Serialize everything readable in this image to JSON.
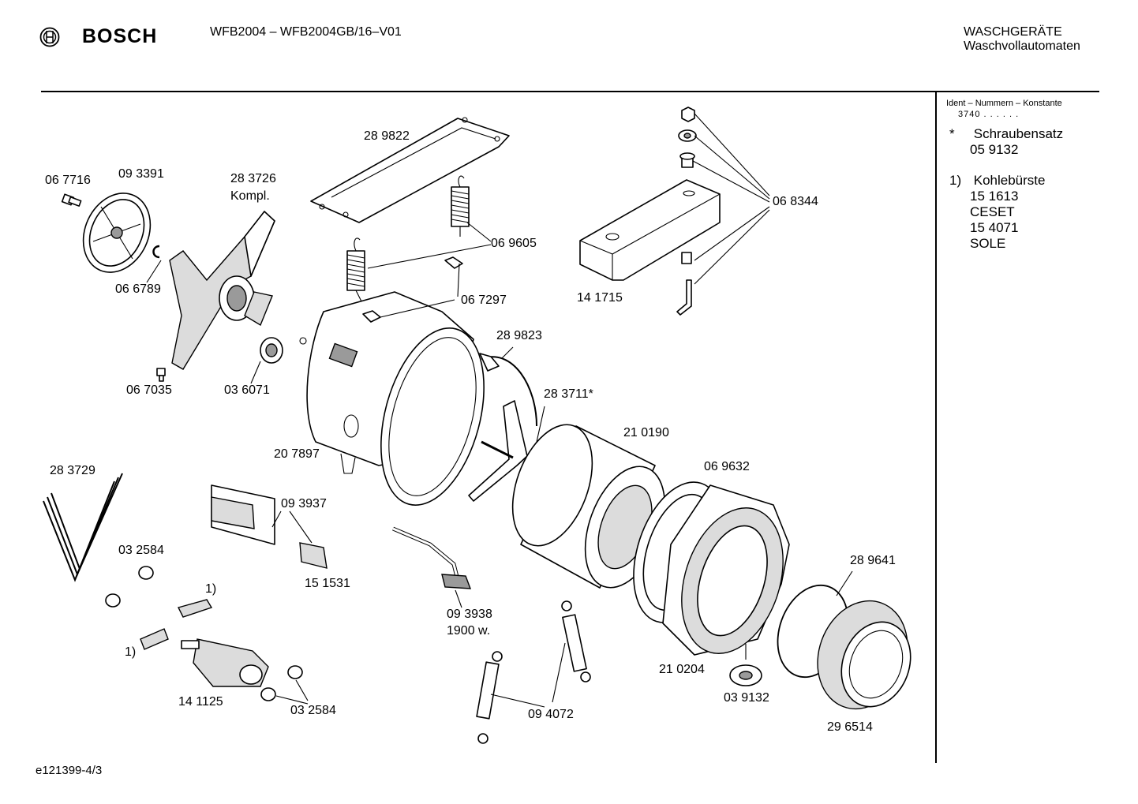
{
  "header": {
    "brand": "BOSCH",
    "model": "WFB2004 – WFB2004GB/16–V01",
    "category_line1": "WASCHGERÄTE",
    "category_line2": "Waschvollautomaten"
  },
  "sidebar": {
    "heading": "Ident – Nummern – Konstante",
    "constant": "3740 . . . . . .",
    "notes": [
      {
        "marker": "*",
        "lines": [
          "Schraubensatz",
          "05 9132"
        ]
      },
      {
        "marker": "1)",
        "lines": [
          "Kohlebürste",
          "15 1613",
          "CESET",
          "15 4071",
          "SOLE"
        ]
      }
    ]
  },
  "labels": {
    "l289822": "28 9822",
    "l067716": "06 7716",
    "l093391": "09 3391",
    "l283726": "28 3726",
    "l283726b": "Kompl.",
    "l069605": "06 9605",
    "l068344": "06 8344",
    "l066789": "06 6789",
    "l067297": "06 7297",
    "l141715": "14 1715",
    "l289823": "28 9823",
    "l067035": "06 7035",
    "l036071": "03 6071",
    "l283711": "28 3711*",
    "l210190": "21 0190",
    "l207897": "20 7897",
    "l283729": "28 3729",
    "l069632": "06 9632",
    "l093937": "09 3937",
    "l032584a": "03 2584",
    "l151531": "15 1531",
    "l289641": "28 9641",
    "l1a": "1)",
    "l093938": "09 3938",
    "l1900w": "1900 w.",
    "l1b": "1)",
    "l210204": "21 0204",
    "l039132": "03 9132",
    "l141125": "14 1125",
    "l032584b": "03 2584",
    "l094072": "09 4072",
    "l296514": "29 6514"
  },
  "footer": {
    "code": "e121399-4/3"
  }
}
